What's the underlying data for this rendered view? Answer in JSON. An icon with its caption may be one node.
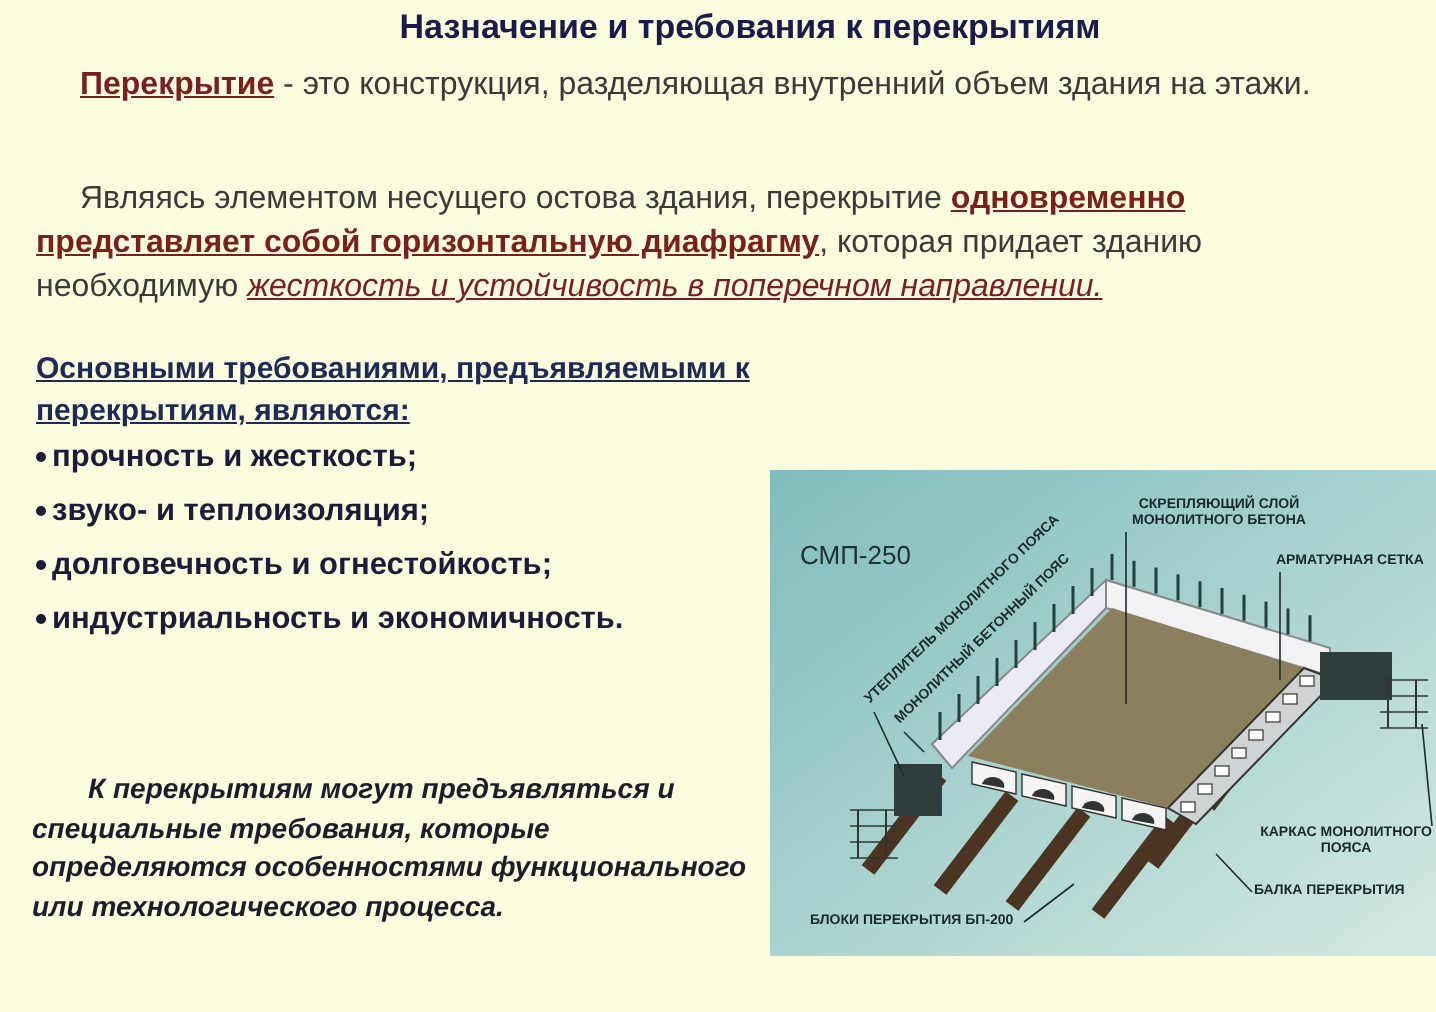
{
  "diagram": {
    "title": "Назначение и требования к перекрытиям",
    "nodes": [
      {
        "text": [
          "СКРЕПЛЯЮЩИЙ СЛОЙ МОНОЛИТНОГО БЕТОНА"
        ]
      },
      {
        "text": [
          "АРМАТУРНАЯ СЕТКА"
        ]
      },
      {
        "text": [
          "УТЕПЛИТЕЛЬ МОНОЛИТНОГО ПОЯСА"
        ]
      },
      {
        "text": [
          "МОНОЛИТНЫЙ БЕТОННЫЙ ПОЯС"
        ]
      },
      {
        "text": [
          "КАРКАС МОНОЛИТНОГО ПОЯСА"
        ]
      },
      {
        "text": [
          "БАЛКА ПЕРЕКРЫТИЯ"
        ]
      },
      {
        "text": [
          "БЛОКИ ПЕРЕКРЫТИЯ БП-200"
        ]
      }
    ],
    "edges": [
      {
        "from": 0,
        "to": null,
        "arrow": "none"
      },
      {
        "from": 1,
        "to": null,
        "arrow": "none"
      },
      {
        "from": 2,
        "to": null,
        "arrow": "none"
      },
      {
        "from": 3,
        "to": null,
        "arrow": "none"
      },
      {
        "from": 4,
        "to": null,
        "arrow": "none"
      },
      {
        "from": 5,
        "to": null,
        "arrow": "none"
      },
      {
        "from": 6,
        "to": null,
        "arrow": "none"
      }
    ],
    "labels": [
      "**Перекрытие** - это конструкция, разделяющая внутренний объем здания на этажи.",
      "Являясь элементом несущего остова здания, перекрытие **одновременно представляет собой горизонтальную диафрагму**, которая придает зданию необходимую *жесткость и устойчивость в поперечном направлении.*",
      "Основными требованиями, предъявляемыми к перекрытиям, являются:",
      "прочность и жесткость;",
      "звуко- и теплоизоляция;",
      "долговечность и огнестойкость;",
      "индустриальность и экономичность.",
      "СМП-250",
      "К перекрытиям могут предъявляться и специальные требования, которые определяются особенностями функционального или технологического процесса."
    ]
  }
}
